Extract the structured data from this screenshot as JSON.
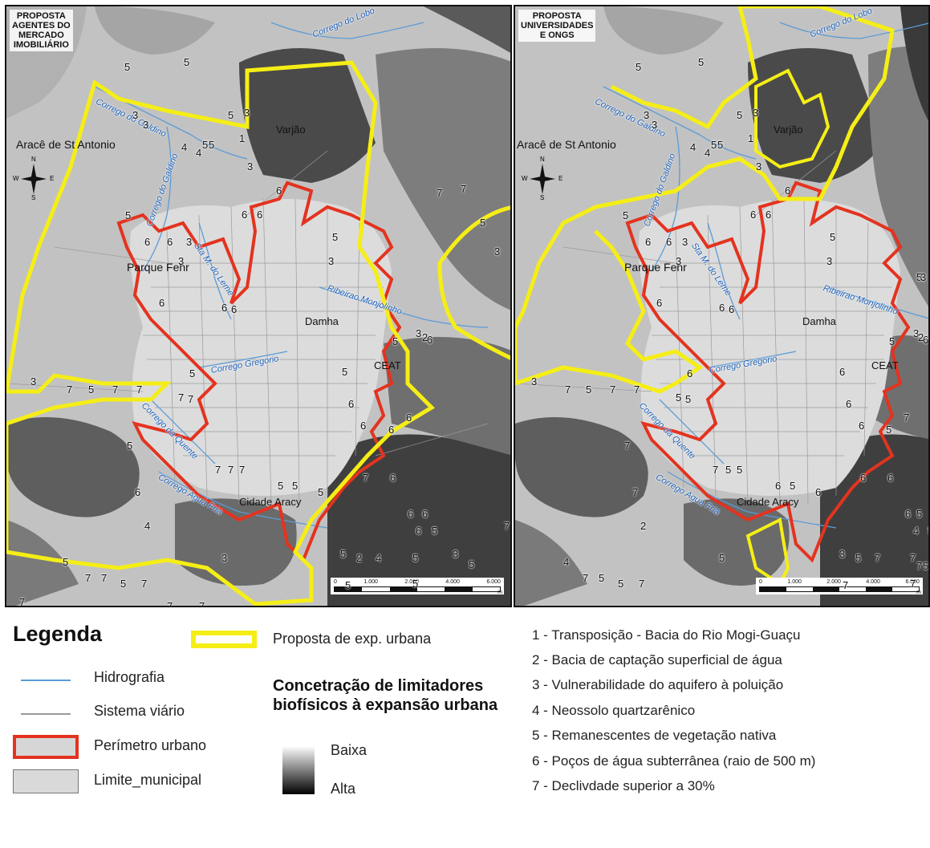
{
  "panels": [
    {
      "title": "PROPOSTA\nAGENTES DO\nMERCADO\nIMOBILIÁRIO"
    },
    {
      "title": "PROPOSTA\nUNIVERSIDADES\nE ONGS"
    }
  ],
  "places": {
    "araca": "Aracê de St Antonio",
    "varjao": "Varjão",
    "parque_fehr": "Parque Fehr",
    "damha": "Damha",
    "ceat": "CEAT",
    "cidade_aracy": "Cidade Aracy"
  },
  "rivers": {
    "lobo": "Corrego do Lobo",
    "galdino": "Corrego do Galdino",
    "sta_maria": "Sta M. do Leme",
    "monjolinho": "Ribeirao Monjolinho",
    "gregorio": "Corrego Gregorio",
    "quente": "Corrego da Quente",
    "agua_fria": "Corrego Agua Fria"
  },
  "compass": {
    "n": "N",
    "s": "S",
    "e": "E",
    "w": "W"
  },
  "scalebar": {
    "ticks": [
      "0",
      "1.000",
      "2.000",
      "4.000",
      "6.000"
    ],
    "unit": "m"
  },
  "legend": {
    "title": "Legenda",
    "items": {
      "proposta": "Proposta de exp. urbana",
      "hidrografia": "Hidrografia",
      "viario": "Sistema viário",
      "perimetro": "Perímetro urbano",
      "limite": "Limite_municipal"
    },
    "heading": "Concetração de limitadores biofísicos à expansão urbana",
    "gradient": {
      "low": "Baixa",
      "high": "Alta"
    },
    "numbered": [
      "1 - Transposição - Bacia do Rio Mogi-Guaçu",
      "2 - Bacia de captação superficial de água",
      "3 - Vulnerabilidade do aquifero à poluição",
      "4 - Neossolo quartzarênico",
      "5 - Remanescentes de vegetação nativa",
      "6 - Poços de água subterrânea (raio de 500 m)",
      "7 - Declivdade superior a 30%"
    ]
  },
  "colors": {
    "proposal": "#f5ee16",
    "perimeter": "#e3331f",
    "river": "#5b9bd5",
    "road": "#9a9a9a",
    "dark": "#3a3a3a",
    "mid": "#8d8d8d",
    "light": "#d6d6d6"
  },
  "codes_left": [
    "5",
    "5",
    "3",
    "5",
    "3",
    "5",
    "4",
    "3",
    "5",
    "1",
    "3",
    "4",
    "6",
    "6",
    "6",
    "7",
    "7",
    "5",
    "3",
    "6",
    "6",
    "3",
    "5",
    "3",
    "6",
    "6",
    "6",
    "5",
    "3",
    "6",
    "5",
    "3",
    "2",
    "3",
    "7",
    "5",
    "7",
    "7",
    "7",
    "7",
    "5",
    "5",
    "6",
    "6",
    "6",
    "6",
    "5",
    "7",
    "7",
    "7",
    "5",
    "5",
    "6",
    "5",
    "7",
    "6",
    "6",
    "6",
    "6",
    "5",
    "4",
    "5",
    "3",
    "5",
    "2",
    "4",
    "5",
    "3",
    "5",
    "7",
    "7",
    "7",
    "5",
    "7",
    "5",
    "5",
    "7",
    "7",
    "7"
  ],
  "codes_right": [
    "5",
    "5",
    "3",
    "5",
    "3",
    "5",
    "4",
    "3",
    "5",
    "1",
    "3",
    "4",
    "6",
    "6",
    "6",
    "5",
    "3",
    "6",
    "6",
    "3",
    "5",
    "3",
    "6",
    "6",
    "6",
    "5",
    "3",
    "6",
    "5",
    "3",
    "2",
    "3",
    "7",
    "5",
    "7",
    "7",
    "5",
    "5",
    "6",
    "6",
    "6",
    "6",
    "5",
    "7",
    "7",
    "7",
    "5",
    "5",
    "6",
    "5",
    "7",
    "6",
    "6",
    "6",
    "6",
    "5",
    "4",
    "5",
    "2",
    "4",
    "5",
    "3",
    "5",
    "7",
    "7",
    "7",
    "5",
    "7",
    "5",
    "5",
    "7",
    "7",
    "7"
  ]
}
